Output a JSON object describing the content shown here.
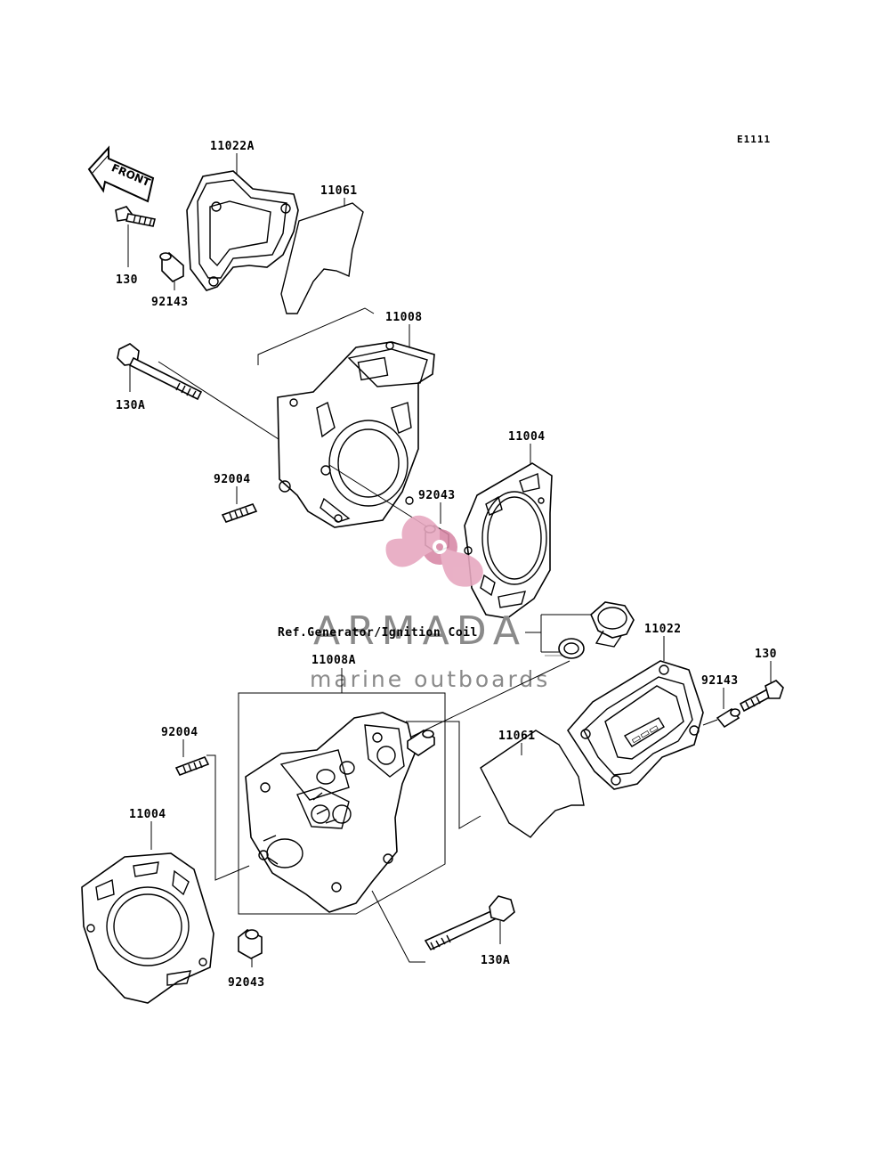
{
  "diagram": {
    "code": "E1111",
    "front_label": "FRONT",
    "reference_note": "Ref.Generator/Ignition Coil",
    "watermark": {
      "brand": "ARMADA",
      "tagline": "marine outboards",
      "logo_color": "#d98aa8"
    },
    "parts": [
      {
        "number": "11022A"
      },
      {
        "number": "11061"
      },
      {
        "number": "130"
      },
      {
        "number": "92143"
      },
      {
        "number": "11008"
      },
      {
        "number": "130A"
      },
      {
        "number": "11004"
      },
      {
        "number": "92004"
      },
      {
        "number": "92043"
      },
      {
        "number": "11008A"
      },
      {
        "number": "11022"
      },
      {
        "number": "130"
      },
      {
        "number": "92143"
      },
      {
        "number": "92004"
      },
      {
        "number": "11061"
      },
      {
        "number": "11004"
      },
      {
        "number": "92043"
      },
      {
        "number": "130A"
      }
    ]
  }
}
